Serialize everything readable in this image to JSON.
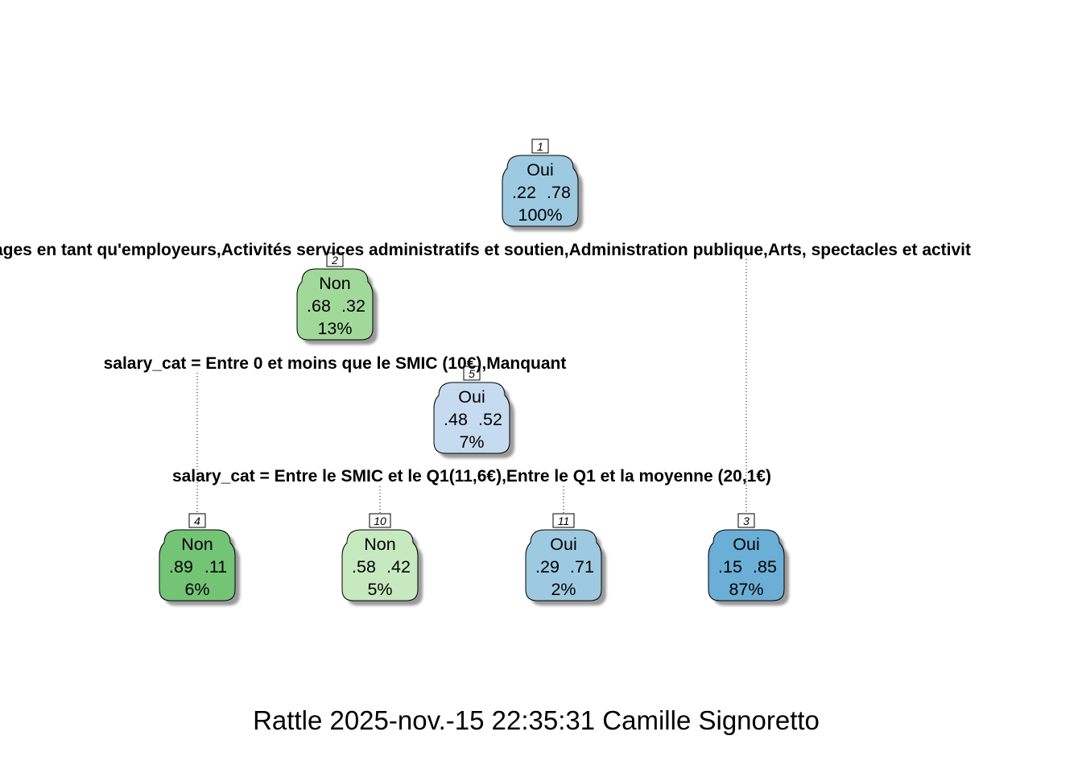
{
  "tree": {
    "splits": [
      {
        "id": "split-1",
        "text": "ages en tant qu'employeurs,Activités services administratifs et soutien,Administration publique,Arts, spectacles et activit"
      },
      {
        "id": "split-2",
        "text": "salary_cat = Entre 0 et moins que le SMIC (10€),Manquant"
      },
      {
        "id": "split-5",
        "text": "salary_cat = Entre le SMIC et le Q1(11,6€),Entre le Q1 et la moyenne (20,1€)"
      }
    ],
    "nodes": [
      {
        "id": "1",
        "cls": "Oui",
        "p_non": ".22",
        "p_oui": ".78",
        "pct": "100%",
        "color": "#9ECAE1"
      },
      {
        "id": "2",
        "cls": "Non",
        "p_non": ".68",
        "p_oui": ".32",
        "pct": "13%",
        "color": "#A1D99B"
      },
      {
        "id": "5",
        "cls": "Oui",
        "p_non": ".48",
        "p_oui": ".52",
        "pct": "7%",
        "color": "#C6DBEF"
      },
      {
        "id": "4",
        "cls": "Non",
        "p_non": ".89",
        "p_oui": ".11",
        "pct": "6%",
        "color": "#74C476"
      },
      {
        "id": "10",
        "cls": "Non",
        "p_non": ".58",
        "p_oui": ".42",
        "pct": "5%",
        "color": "#C7E9C0"
      },
      {
        "id": "11",
        "cls": "Oui",
        "p_non": ".29",
        "p_oui": ".71",
        "pct": "2%",
        "color": "#9ECAE1"
      },
      {
        "id": "3",
        "cls": "Oui",
        "p_non": ".15",
        "p_oui": ".85",
        "pct": "87%",
        "color": "#6BAED6"
      }
    ]
  },
  "footer": "Rattle 2025-nov.-15 22:35:31 Camille Signoretto"
}
